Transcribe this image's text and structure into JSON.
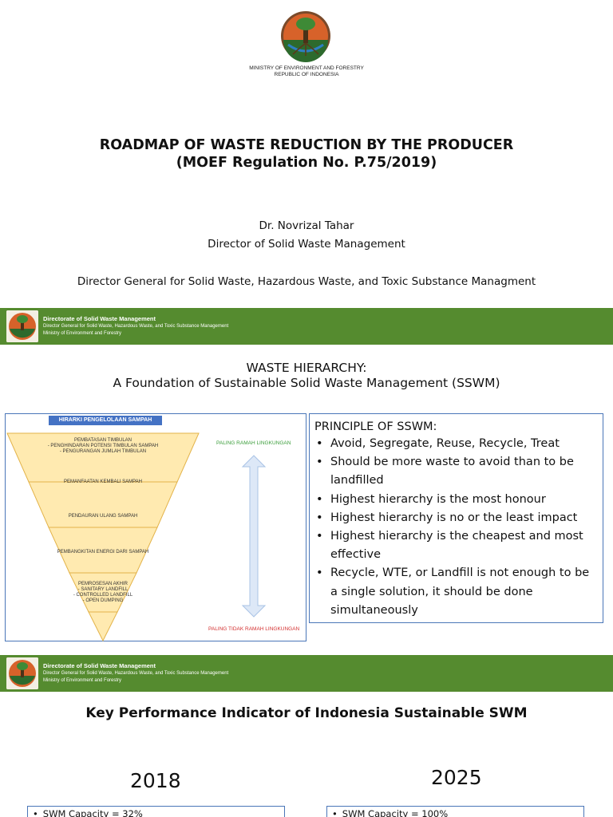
{
  "slide1": {
    "ministry_line1": "MINISTRY OF ENVIRONMENT AND FORESTRY",
    "ministry_line2": "REPUBLIC OF INDONESIA",
    "title_line1": "ROADMAP OF WASTE REDUCTION BY THE PRODUCER",
    "title_line2": "(MOEF Regulation No. P.75/2019)",
    "author_name": "Dr. Novrizal Tahar",
    "author_role": "Director of Solid Waste Management",
    "author_org": "Director General for Solid Waste, Hazardous Waste, and Toxic Substance Managment"
  },
  "band": {
    "line1": "Directorate of Solid Waste Management",
    "line2": "Director General for Solid Waste, Hazardous Waste, and Toxic Substance Management",
    "line3": "Ministry of Environment and Forestry"
  },
  "slide2": {
    "heading_line1": "WASTE HIERARCHY:",
    "heading_line2": "A Foundation of Sustainable Solid Waste Management (SSWM)",
    "pyramid_title": "HIRARKI PENGELOLAAN SAMPAH",
    "levels": [
      [
        "PEMBATASAN TIMBULAN",
        "- PENGHINDARAN POTENSI TIMBULAN SAMPAH",
        "- PENGURANGAN JUMLAH TIMBULAN"
      ],
      [
        "PEMANFAATAN KEMBALI SAMPAH"
      ],
      [
        "PENDAURAN ULANG SAMPAH"
      ],
      [
        "PEMBANGKITAN ENERGI DARI SAMPAH"
      ],
      [
        "PEMROSESAN AKHIR",
        "- SANITARY LANDFILL",
        "- CONTROLLED LANDFILL",
        "- OPEN DUMPING"
      ]
    ],
    "label_top": "PALING RAMAH LINGKUNGAN",
    "label_bottom": "PALING TIDAK RAMAH LINGKUNGAN",
    "principle_heading": "PRINCIPLE OF SSWM:",
    "bullet_char": "•",
    "principles": [
      "Avoid, Segregate, Reuse, Recycle, Treat",
      "Should be more waste to avoid than to be landfilled",
      "Highest hierarchy is the most honour",
      "Highest hierarchy is no or the least impact",
      "Highest hierarchy is the cheapest and most effective",
      "Recycle, WTE, or Landfill is not enough to be a single solution, it should be done simultaneously"
    ]
  },
  "slide3": {
    "heading": "Key Performance Indicator of Indonesia Sustainable SWM",
    "year_left": "2018",
    "year_right": "2025",
    "kpi_left": "SWM Capacity = 32%",
    "kpi_right": "SWM Capacity = 100%"
  },
  "colors": {
    "band_green": "#558b2f",
    "box_blue": "#4a76b8",
    "pyramid_fill": "#ffeab0",
    "pyramid_stroke": "#e3b34a",
    "arrow_fill": "#dde8f7",
    "label_green": "#3a9d3a",
    "label_red": "#d32f2f"
  }
}
